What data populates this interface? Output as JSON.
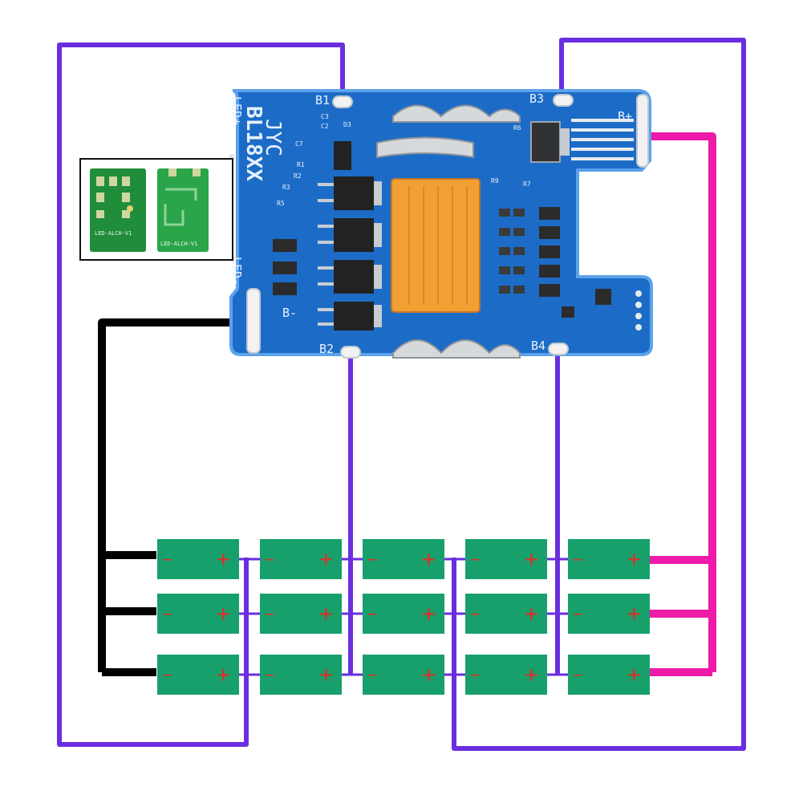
{
  "board": {
    "title_line1": "JYC",
    "title_line2": "BL18XX",
    "pads": {
      "b1": "B1",
      "b2": "B2",
      "b3": "B3",
      "b4": "B4",
      "b_plus": "B+",
      "b_minus": "B-"
    },
    "led_plus": "LED+",
    "led_minus": "LED-",
    "component_labels": {
      "d3": "D3",
      "c3": "C3",
      "c2": "C2",
      "c7": "C7",
      "r1": "R1",
      "r2": "R2",
      "r3": "R3",
      "r5": "R5",
      "r6": "R6",
      "r7": "R7",
      "r9": "R9"
    }
  },
  "led_board": {
    "label_left": "LED-ALCH-V1",
    "label_right": "LED-ALCH-V1"
  },
  "cells": {
    "minus_symbol": "−",
    "plus_symbol": "+"
  },
  "colors": {
    "board_blue": "#1c6cc7",
    "board_edge": "#5aa2ec",
    "wire_purple": "#6a2ee0",
    "wire_magenta": "#ee1aa8",
    "wire_black": "#000000",
    "cell_green": "#17a06c",
    "cell_symbol_red": "#d8322a",
    "connector_orange": "#f1a034",
    "mosfet_black": "#222222"
  }
}
